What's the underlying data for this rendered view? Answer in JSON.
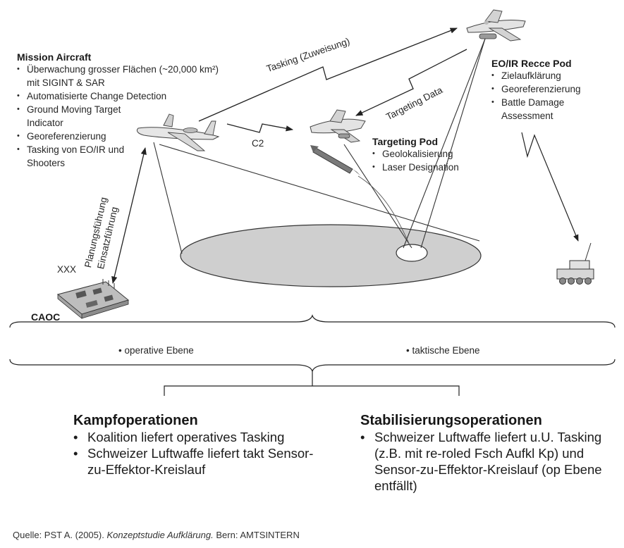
{
  "mission_aircraft": {
    "title": "Mission Aircraft",
    "items": [
      "Überwachung grosser Flächen (~20,000 km²) mit SIGINT & SAR",
      "Automatisierte Change Detection",
      "Ground Moving Target Indicator",
      "Georeferenzierung",
      "Tasking von EO/IR und Shooters"
    ]
  },
  "recce_pod": {
    "title": "EO/IR Recce Pod",
    "items": [
      "Zielaufklärung",
      "Georeferenzierung",
      "Battle Damage Assessment"
    ]
  },
  "targeting_pod": {
    "title": "Targeting Pod",
    "items": [
      "Geolokalisierung",
      "Laser Designation"
    ]
  },
  "links": {
    "tasking": "Tasking (Zuweisung)",
    "targeting_data": "Targeting Data",
    "c2": "C2",
    "planungsfuehrung": "Planungsführung",
    "einsatzfuehrung": "Einsatzführung",
    "xxx": "XXX",
    "caoc": "CAOC"
  },
  "levels": {
    "operative": "• operative Ebene",
    "taktische": "• taktische Ebene"
  },
  "kampf": {
    "title": "Kampfoperationen",
    "items": [
      "Koalition liefert operatives Tasking",
      "Schweizer Luftwaffe liefert takt Sensor-zu-Effektor-Kreislauf"
    ]
  },
  "stab": {
    "title": "Stabilisierungsoperationen",
    "items": [
      "Schweizer Luftwaffe liefert u.U. Tasking (z.B. mit re-roled Fsch Aufkl Kp) und Sensor-zu-Effektor-Kreislauf (op Ebene entfällt)"
    ]
  },
  "source": {
    "prefix": "Quelle: PST A. (2005). ",
    "title": "Konzeptstudie Aufklärung.",
    "suffix": " Bern: AMTSINTERN"
  },
  "colors": {
    "ground_ellipse": "#cfcfcf",
    "line": "#2a2a2a",
    "aircraft": "#e6e6e6",
    "caoc_board": "#bdbdbd"
  }
}
